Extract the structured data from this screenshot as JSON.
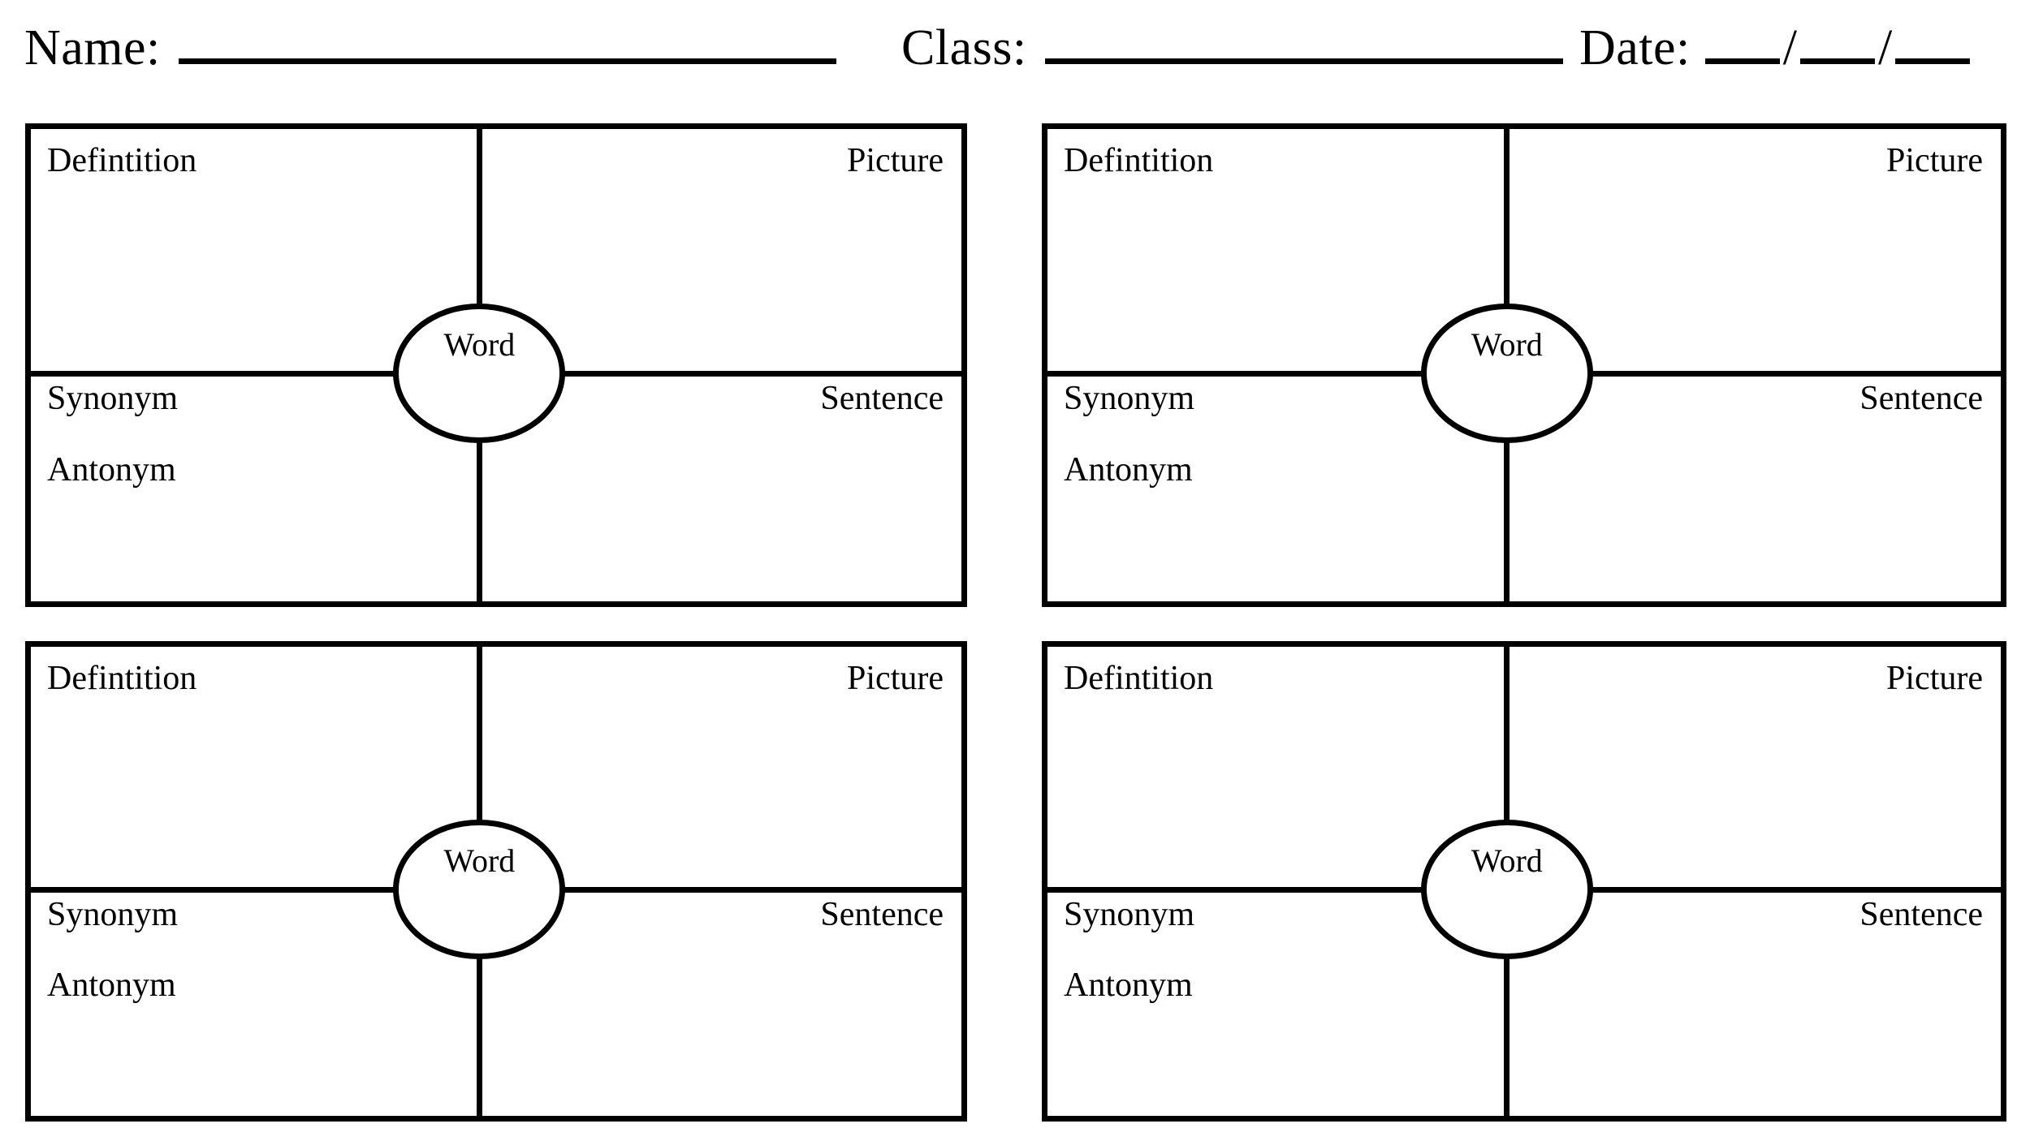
{
  "worksheet": {
    "type": "frayer-model-vocabulary-worksheet",
    "orientation": "landscape",
    "ink_color": "#000000",
    "paper_color": "#ffffff"
  },
  "header": {
    "name": {
      "label": "Name:",
      "value": "",
      "blank_rule": true
    },
    "class": {
      "label": "Class:",
      "value": "",
      "blank_rule": true
    },
    "date": {
      "label": "Date:",
      "value": "",
      "separator": "/",
      "blanks": [
        "",
        "",
        ""
      ]
    }
  },
  "labels": {
    "definition": "Defintition",
    "picture": "Picture",
    "synonym": "Synonym",
    "antonym": "Antonym",
    "sentence": "Sentence",
    "word": "Word"
  },
  "boxes": [
    {
      "index": 1,
      "position": "top-left",
      "center_label": "Word",
      "quadrants": {
        "top_left": "Defintition",
        "top_right": "Picture",
        "bottom_left_primary": "Synonym",
        "bottom_left_secondary": "Antonym",
        "bottom_right": "Sentence"
      }
    },
    {
      "index": 2,
      "position": "top-right",
      "center_label": "Word",
      "quadrants": {
        "top_left": "Defintition",
        "top_right": "Picture",
        "bottom_left_primary": "Synonym",
        "bottom_left_secondary": "Antonym",
        "bottom_right": "Sentence"
      }
    },
    {
      "index": 3,
      "position": "bottom-left",
      "center_label": "Word",
      "quadrants": {
        "top_left": "Defintition",
        "top_right": "Picture",
        "bottom_left_primary": "Synonym",
        "bottom_left_secondary": "Antonym",
        "bottom_right": "Sentence"
      }
    },
    {
      "index": 4,
      "position": "bottom-right",
      "center_label": "Word",
      "quadrants": {
        "top_left": "Defintition",
        "top_right": "Picture",
        "bottom_left_primary": "Synonym",
        "bottom_left_secondary": "Antonym",
        "bottom_right": "Sentence"
      }
    }
  ]
}
